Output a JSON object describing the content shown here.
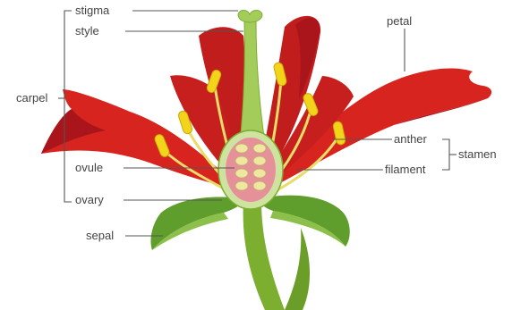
{
  "labels": {
    "stigma": "stigma",
    "style": "style",
    "carpel": "carpel",
    "ovule": "ovule",
    "ovary": "ovary",
    "sepal": "sepal",
    "petal": "petal",
    "anther": "anther",
    "filament": "filament",
    "stamen": "stamen"
  },
  "colors": {
    "petal": "#d8241f",
    "petal_dark": "#a9151a",
    "stem": "#7cae2f",
    "sepal": "#5f9e2c",
    "style": "#a3cc5a",
    "ovary_wall": "#cfe3a0",
    "ovary_inner": "#e6919a",
    "ovule": "#f0e6a2",
    "anther": "#f2d41b",
    "filament": "#e9dc6b"
  }
}
